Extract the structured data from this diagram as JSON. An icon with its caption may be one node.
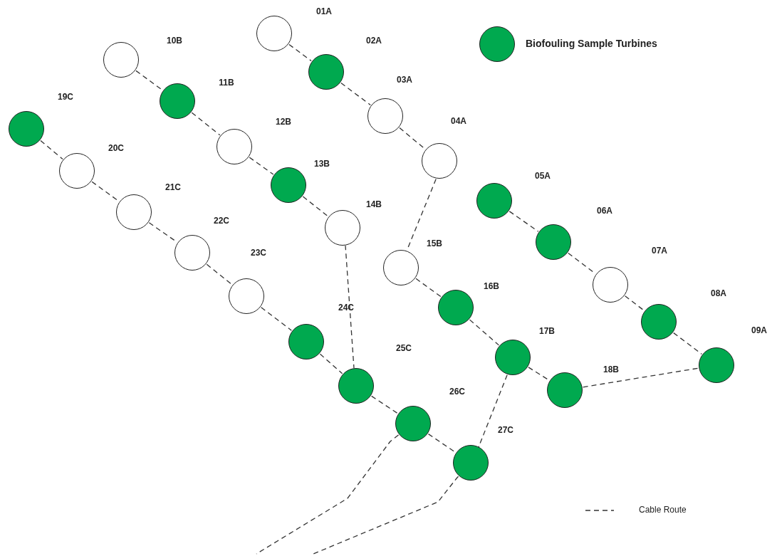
{
  "diagram": {
    "nodes": [
      {
        "text": [
          "01A"
        ]
      },
      {
        "text": [
          "02A"
        ]
      },
      {
        "text": [
          "03A"
        ]
      },
      {
        "text": [
          "04A"
        ]
      },
      {
        "text": [
          "05A"
        ]
      },
      {
        "text": [
          "06A"
        ]
      },
      {
        "text": [
          "07A"
        ]
      },
      {
        "text": [
          "08A"
        ]
      },
      {
        "text": [
          "09A"
        ]
      },
      {
        "text": [
          "10B"
        ]
      },
      {
        "text": [
          "11B"
        ]
      },
      {
        "text": [
          "12B"
        ]
      },
      {
        "text": [
          "13B"
        ]
      },
      {
        "text": [
          "14B"
        ]
      },
      {
        "text": [
          "15B"
        ]
      },
      {
        "text": [
          "16B"
        ]
      },
      {
        "text": [
          "17B"
        ]
      },
      {
        "text": [
          "18B"
        ]
      },
      {
        "text": [
          "19C"
        ]
      },
      {
        "text": [
          "20C"
        ]
      },
      {
        "text": [
          "21C"
        ]
      },
      {
        "text": [
          "22C"
        ]
      },
      {
        "text": [
          "23C"
        ]
      },
      {
        "text": [
          "24C"
        ]
      },
      {
        "text": [
          "25C"
        ]
      },
      {
        "text": [
          "26C"
        ]
      },
      {
        "text": [
          "27C"
        ]
      }
    ],
    "edges": [
      {
        "from": 0,
        "to": 1,
        "arrow": "none"
      },
      {
        "from": 1,
        "to": 2,
        "arrow": "none"
      },
      {
        "from": 2,
        "to": 3,
        "arrow": "none"
      },
      {
        "from": 3,
        "to": 14,
        "arrow": "none"
      },
      {
        "from": 9,
        "to": 10,
        "arrow": "none"
      },
      {
        "from": 10,
        "to": 11,
        "arrow": "none"
      },
      {
        "from": 11,
        "to": 12,
        "arrow": "none"
      },
      {
        "from": 12,
        "to": 13,
        "arrow": "none"
      },
      {
        "from": 13,
        "to": 24,
        "arrow": "none"
      },
      {
        "from": 14,
        "to": 15,
        "arrow": "none"
      },
      {
        "from": 15,
        "to": 16,
        "arrow": "none"
      },
      {
        "from": 16,
        "to": 17,
        "arrow": "none"
      },
      {
        "from": 17,
        "to": 8,
        "arrow": "none"
      },
      {
        "from": 4,
        "to": 5,
        "arrow": "none"
      },
      {
        "from": 5,
        "to": 6,
        "arrow": "none"
      },
      {
        "from": 6,
        "to": 7,
        "arrow": "none"
      },
      {
        "from": 7,
        "to": 8,
        "arrow": "none"
      },
      {
        "from": 18,
        "to": 19,
        "arrow": "none"
      },
      {
        "from": 19,
        "to": 20,
        "arrow": "none"
      },
      {
        "from": 20,
        "to": 21,
        "arrow": "none"
      },
      {
        "from": 21,
        "to": 22,
        "arrow": "none"
      },
      {
        "from": 22,
        "to": 23,
        "arrow": "none"
      },
      {
        "from": 23,
        "to": 24,
        "arrow": "none"
      },
      {
        "from": 24,
        "to": 25,
        "arrow": "none"
      },
      {
        "from": 25,
        "to": 26,
        "arrow": "none"
      },
      {
        "from": 16,
        "to": 26,
        "arrow": "none"
      },
      {
        "from": 25,
        "to": null,
        "arrow": "none"
      },
      {
        "from": 26,
        "to": null,
        "arrow": "none"
      }
    ],
    "legend": [
      {
        "text": "Biofouling Sample Turbines",
        "color": "#00a94f"
      },
      {
        "text": "Cable Route"
      }
    ]
  }
}
